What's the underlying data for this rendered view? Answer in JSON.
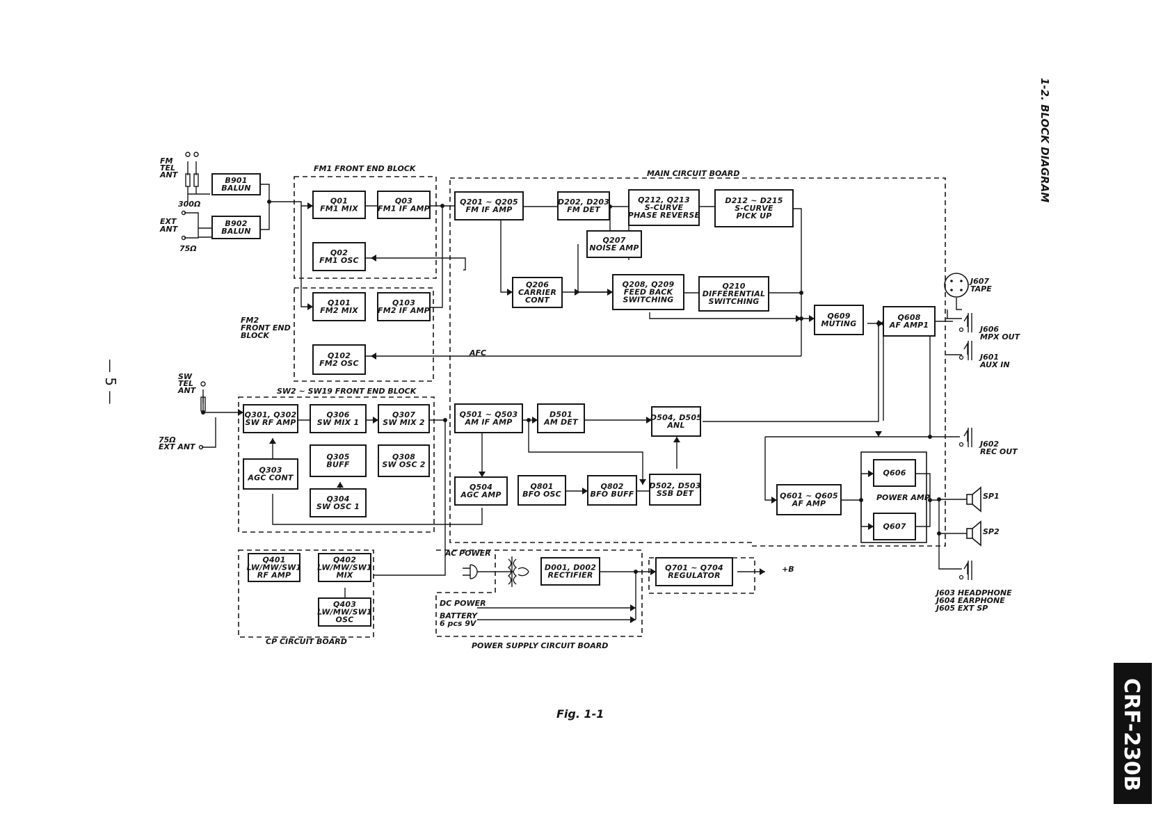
{
  "title": "1-2. BLOCK DIAGRAM",
  "page_number": "— 5 —",
  "model": "CRF-230B",
  "figure_caption": "Fig. 1-1",
  "areas": {
    "fm1_front_end": "FM1 FRONT END BLOCK",
    "fm2_front_end": [
      "FM2",
      "FRONT END",
      "BLOCK"
    ],
    "main_board": "MAIN CIRCUIT BOARD",
    "sw_front_end": "SW2 ~ SW19 FRONT END BLOCK",
    "cp_board": "CP CIRCUIT BOARD",
    "power_supply_board": "POWER SUPPLY CIRCUIT BOARD"
  },
  "blocks": {
    "b901": [
      "B901",
      "BALUN"
    ],
    "b902": [
      "B902",
      "BALUN"
    ],
    "q01": [
      "Q01",
      "FM1 MIX"
    ],
    "q03": [
      "Q03",
      "FM1 IF AMP"
    ],
    "q02": [
      "Q02",
      "FM1 OSC"
    ],
    "q101": [
      "Q101",
      "FM2 MIX"
    ],
    "q103": [
      "Q103",
      "FM2 IF AMP"
    ],
    "q102": [
      "Q102",
      "FM2 OSC"
    ],
    "q201": [
      "Q201 ~ Q205",
      "FM IF AMP"
    ],
    "d202": [
      "D202, D203",
      "FM DET"
    ],
    "q212": [
      "Q212, Q213",
      "S-CURVE",
      "PHASE REVERSE"
    ],
    "d212": [
      "D212 ~ D215",
      "S-CURVE",
      "PICK UP"
    ],
    "q207": [
      "Q207",
      "NOISE AMP"
    ],
    "q206": [
      "Q206",
      "CARRIER",
      "CONT"
    ],
    "q208": [
      "Q208, Q209",
      "FEED BACK",
      "SWITCHING"
    ],
    "q210": [
      "Q210",
      "DIFFERENTIAL",
      "SWITCHING"
    ],
    "q609": [
      "Q609",
      "MUTING"
    ],
    "q608": [
      "Q608",
      "AF AMP1"
    ],
    "q301": [
      "Q301, Q302",
      "SW RF AMP"
    ],
    "q306": [
      "Q306",
      "SW MIX 1"
    ],
    "q307": [
      "Q307",
      "SW MIX 2"
    ],
    "q305": [
      "Q305",
      "BUFF"
    ],
    "q308": [
      "Q308",
      "SW OSC 2"
    ],
    "q303": [
      "Q303",
      "AGC CONT"
    ],
    "q304": [
      "Q304",
      "SW OSC 1"
    ],
    "q501": [
      "Q501 ~ Q503",
      "AM IF AMP"
    ],
    "d501": [
      "D501",
      "AM DET"
    ],
    "d504": [
      "D504, D505",
      "ANL"
    ],
    "q504": [
      "Q504",
      "AGC AMP"
    ],
    "q801": [
      "Q801",
      "BFO OSC"
    ],
    "q802": [
      "Q802",
      "BFO BUFF"
    ],
    "d502": [
      "D502, D503",
      "SSB DET"
    ],
    "q601": [
      "Q601 ~ Q605",
      "AF AMP"
    ],
    "q606": [
      "Q606"
    ],
    "q607": [
      "Q607"
    ],
    "q401": [
      "Q401",
      "LW/MW/SW1",
      "RF AMP"
    ],
    "q402": [
      "Q402",
      "LW/MW/SW1",
      "MIX"
    ],
    "q403": [
      "Q403",
      "LW/MW/SW1",
      "OSC"
    ],
    "d001": [
      "D001, D002",
      "RECTIFIER"
    ],
    "q701": [
      "Q701 ~ Q704",
      "REGULATOR"
    ]
  },
  "labels": {
    "fm_tel_ant": [
      "FM",
      "TEL",
      "ANT"
    ],
    "ohm300": "300Ω",
    "ext_ant": [
      "EXT",
      "ANT"
    ],
    "ohm75": "75Ω",
    "sw_tel_ant": [
      "SW",
      "TEL",
      "ANT"
    ],
    "ohm75_ext_ant": [
      "75Ω",
      "EXT ANT"
    ],
    "afc": "AFC",
    "power_amp": "POWER AMP",
    "ac_power": "AC POWER",
    "dc_power": "DC POWER",
    "battery": [
      "BATTERY",
      "6 pcs 9V"
    ],
    "plus_b": "+B",
    "j607": [
      "J607",
      "TAPE"
    ],
    "j606": [
      "J606",
      "MPX OUT"
    ],
    "j601": [
      "J601",
      "AUX IN"
    ],
    "j602": [
      "J602",
      "REC OUT"
    ],
    "sp1": "SP1",
    "sp2": "SP2",
    "j603": [
      "J603 HEADPHONE",
      "J604 EARPHONE",
      "J605 EXT SP"
    ]
  }
}
